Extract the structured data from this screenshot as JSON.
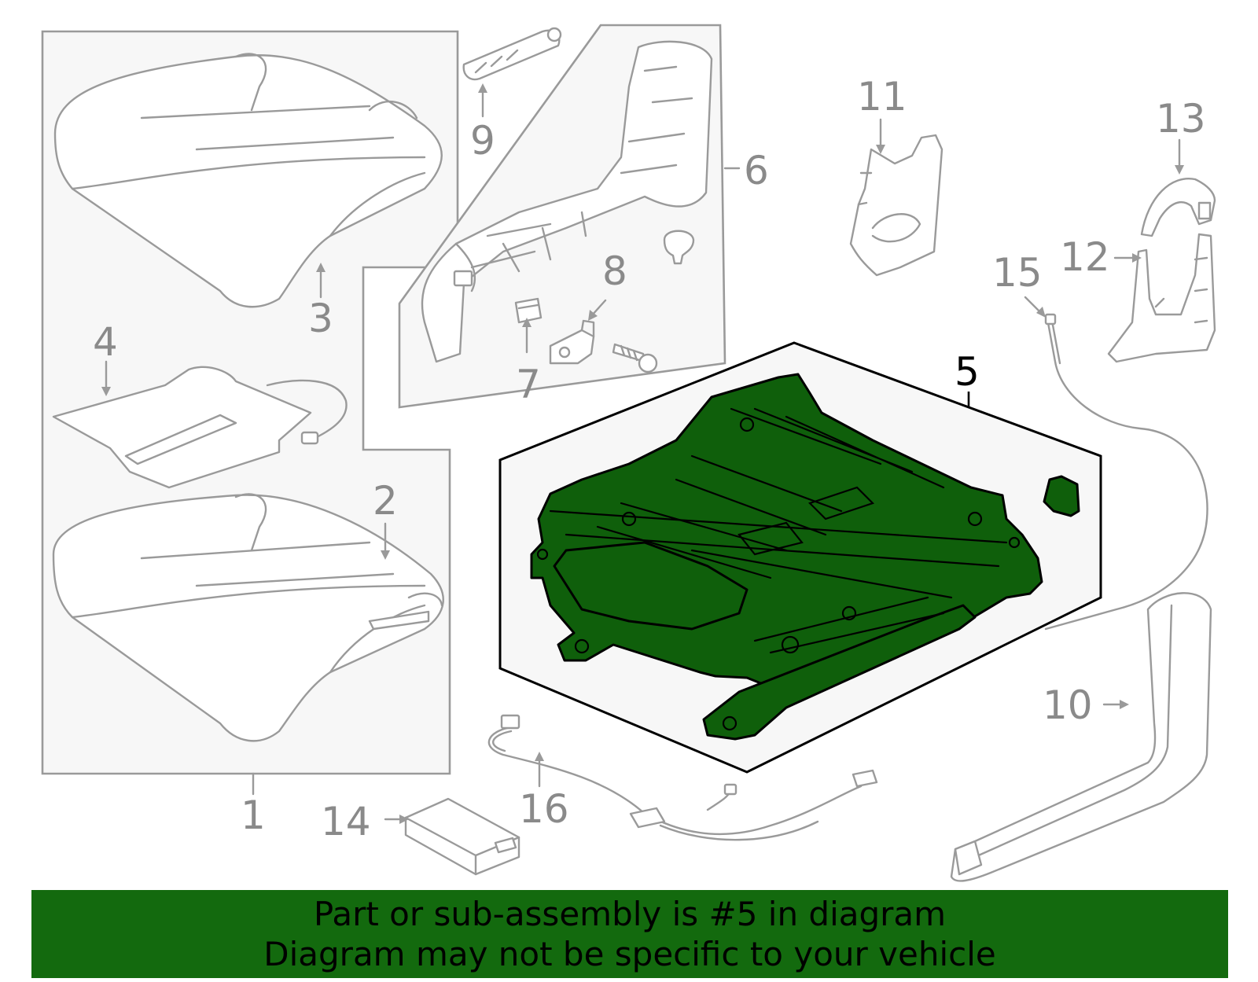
{
  "callouts": {
    "c1": "1",
    "c2": "2",
    "c3": "3",
    "c4": "4",
    "c5": "5",
    "c6": "6",
    "c7": "7",
    "c8": "8",
    "c9": "9",
    "c10": "10",
    "c11": "11",
    "c12": "12",
    "c13": "13",
    "c14": "14",
    "c15": "15",
    "c16": "16"
  },
  "highlighted_part": "5",
  "colors": {
    "highlight": "#0f5f0b",
    "banner": "#136a0e",
    "line": "#9a9a9a",
    "panel": "#f7f7f7"
  },
  "banner": {
    "line1": "Part or sub-assembly is #5 in diagram",
    "line2": "Diagram may not be specific to your vehicle"
  }
}
